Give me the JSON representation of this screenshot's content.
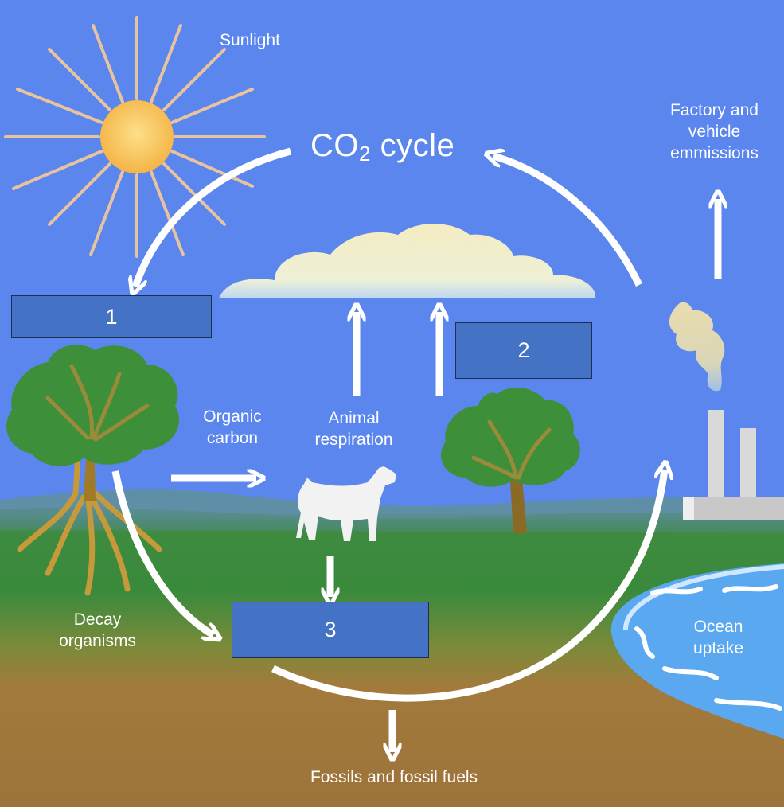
{
  "title": {
    "main": "CO",
    "subscript": "2",
    "suffix": " cycle"
  },
  "labels": {
    "sunlight": "Sunlight",
    "factory": "Factory and\nvehicle\nemmissions",
    "organic_carbon": "Organic\ncarbon",
    "animal_respiration": "Animal\nrespiration",
    "decay_organisms": "Decay\norganisms",
    "ocean_uptake": "Ocean\nuptake",
    "fossils": "Fossils and fossil fuels"
  },
  "answer_boxes": [
    {
      "number": "1"
    },
    {
      "number": "2"
    },
    {
      "number": "3"
    }
  ],
  "colors": {
    "sky": "#5b86ee",
    "grass": "#3a8a3c",
    "soil": "#a37a3c",
    "box": "#4472c4",
    "sun": "#f7c04c",
    "water": "#5aa8f0"
  }
}
